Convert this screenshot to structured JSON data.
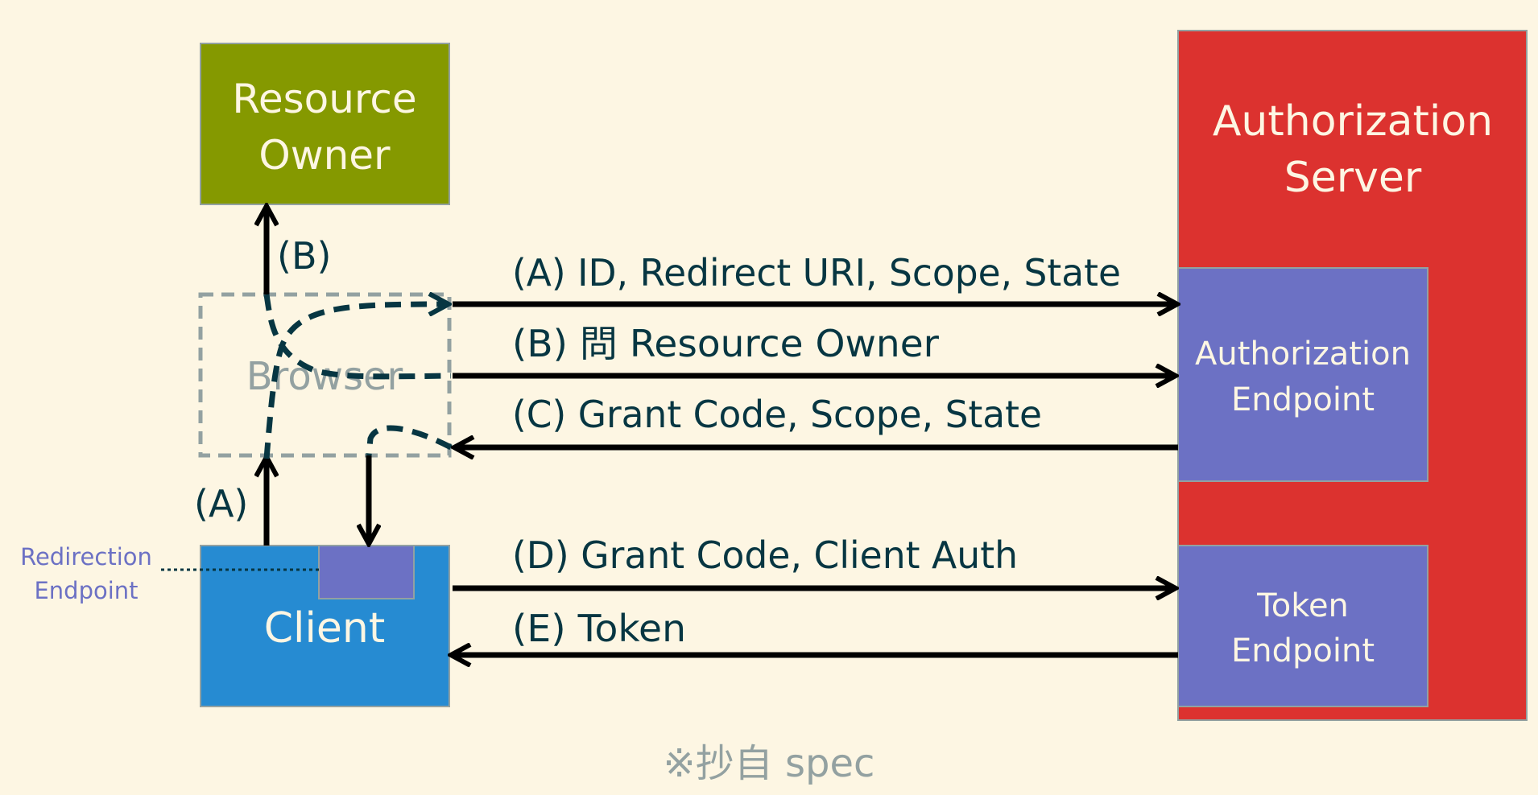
{
  "colors": {
    "background": "#fdf6e3",
    "resource_owner": "#859900",
    "authorization_server": "#dc322f",
    "endpoint": "#6c71c4",
    "client": "#268bd2",
    "browser_border": "#93a1a1",
    "browser_text": "#93a1a1",
    "arrow": "#000000",
    "dashed_path": "#073642",
    "label_text": "#073642",
    "box_text": "#fdf6e3"
  },
  "nodes": {
    "resource_owner": {
      "line1": "Resource",
      "line2": "Owner"
    },
    "authorization_server": {
      "line1": "Authorization",
      "line2": "Server"
    },
    "authorization_endpoint": {
      "line1": "Authorization",
      "line2": "Endpoint"
    },
    "token_endpoint": {
      "line1": "Token",
      "line2": "Endpoint"
    },
    "browser": {
      "label": "Browser"
    },
    "client": {
      "label": "Client"
    },
    "redirection_endpoint": {
      "line1": "Redirection",
      "line2": "Endpoint"
    }
  },
  "flows": {
    "a": "(A) ID, Redirect URI, Scope, State",
    "b": "(B) 問 Resource Owner",
    "c": "(C) Grant Code, Scope, State",
    "d": "(D) Grant Code, Client Auth",
    "e": "(E) Token",
    "a_short": "(A)",
    "b_short": "(B)"
  },
  "note": "※抄自 spec"
}
